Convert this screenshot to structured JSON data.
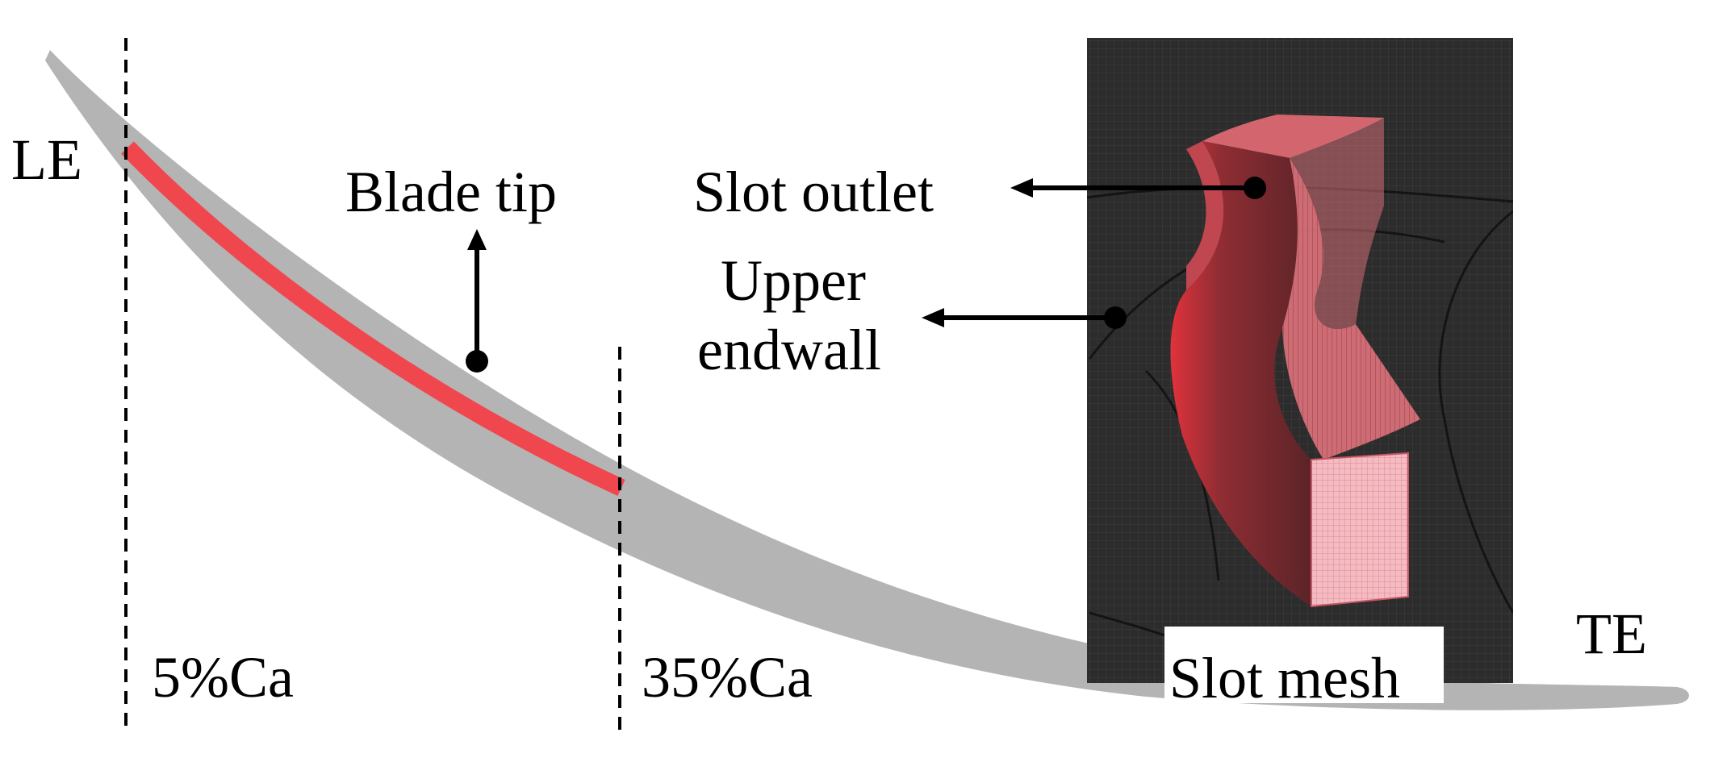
{
  "labels": {
    "leading_edge": "LE",
    "trailing_edge": "TE",
    "blade_tip": "Blade tip",
    "slot_outlet": "Slot outlet",
    "upper_endwall_line1": "Upper",
    "upper_endwall_line2": "endwall",
    "slot_mesh": "Slot mesh",
    "station_start": "5%Ca",
    "station_end": "35%Ca"
  },
  "colors": {
    "blade": "#b4b4b4",
    "slot_strip": "#f0474f",
    "mesh_background": "#2c2c2c",
    "slot_body": "#c4595f",
    "slot_front_face": "#f3bcc3"
  }
}
